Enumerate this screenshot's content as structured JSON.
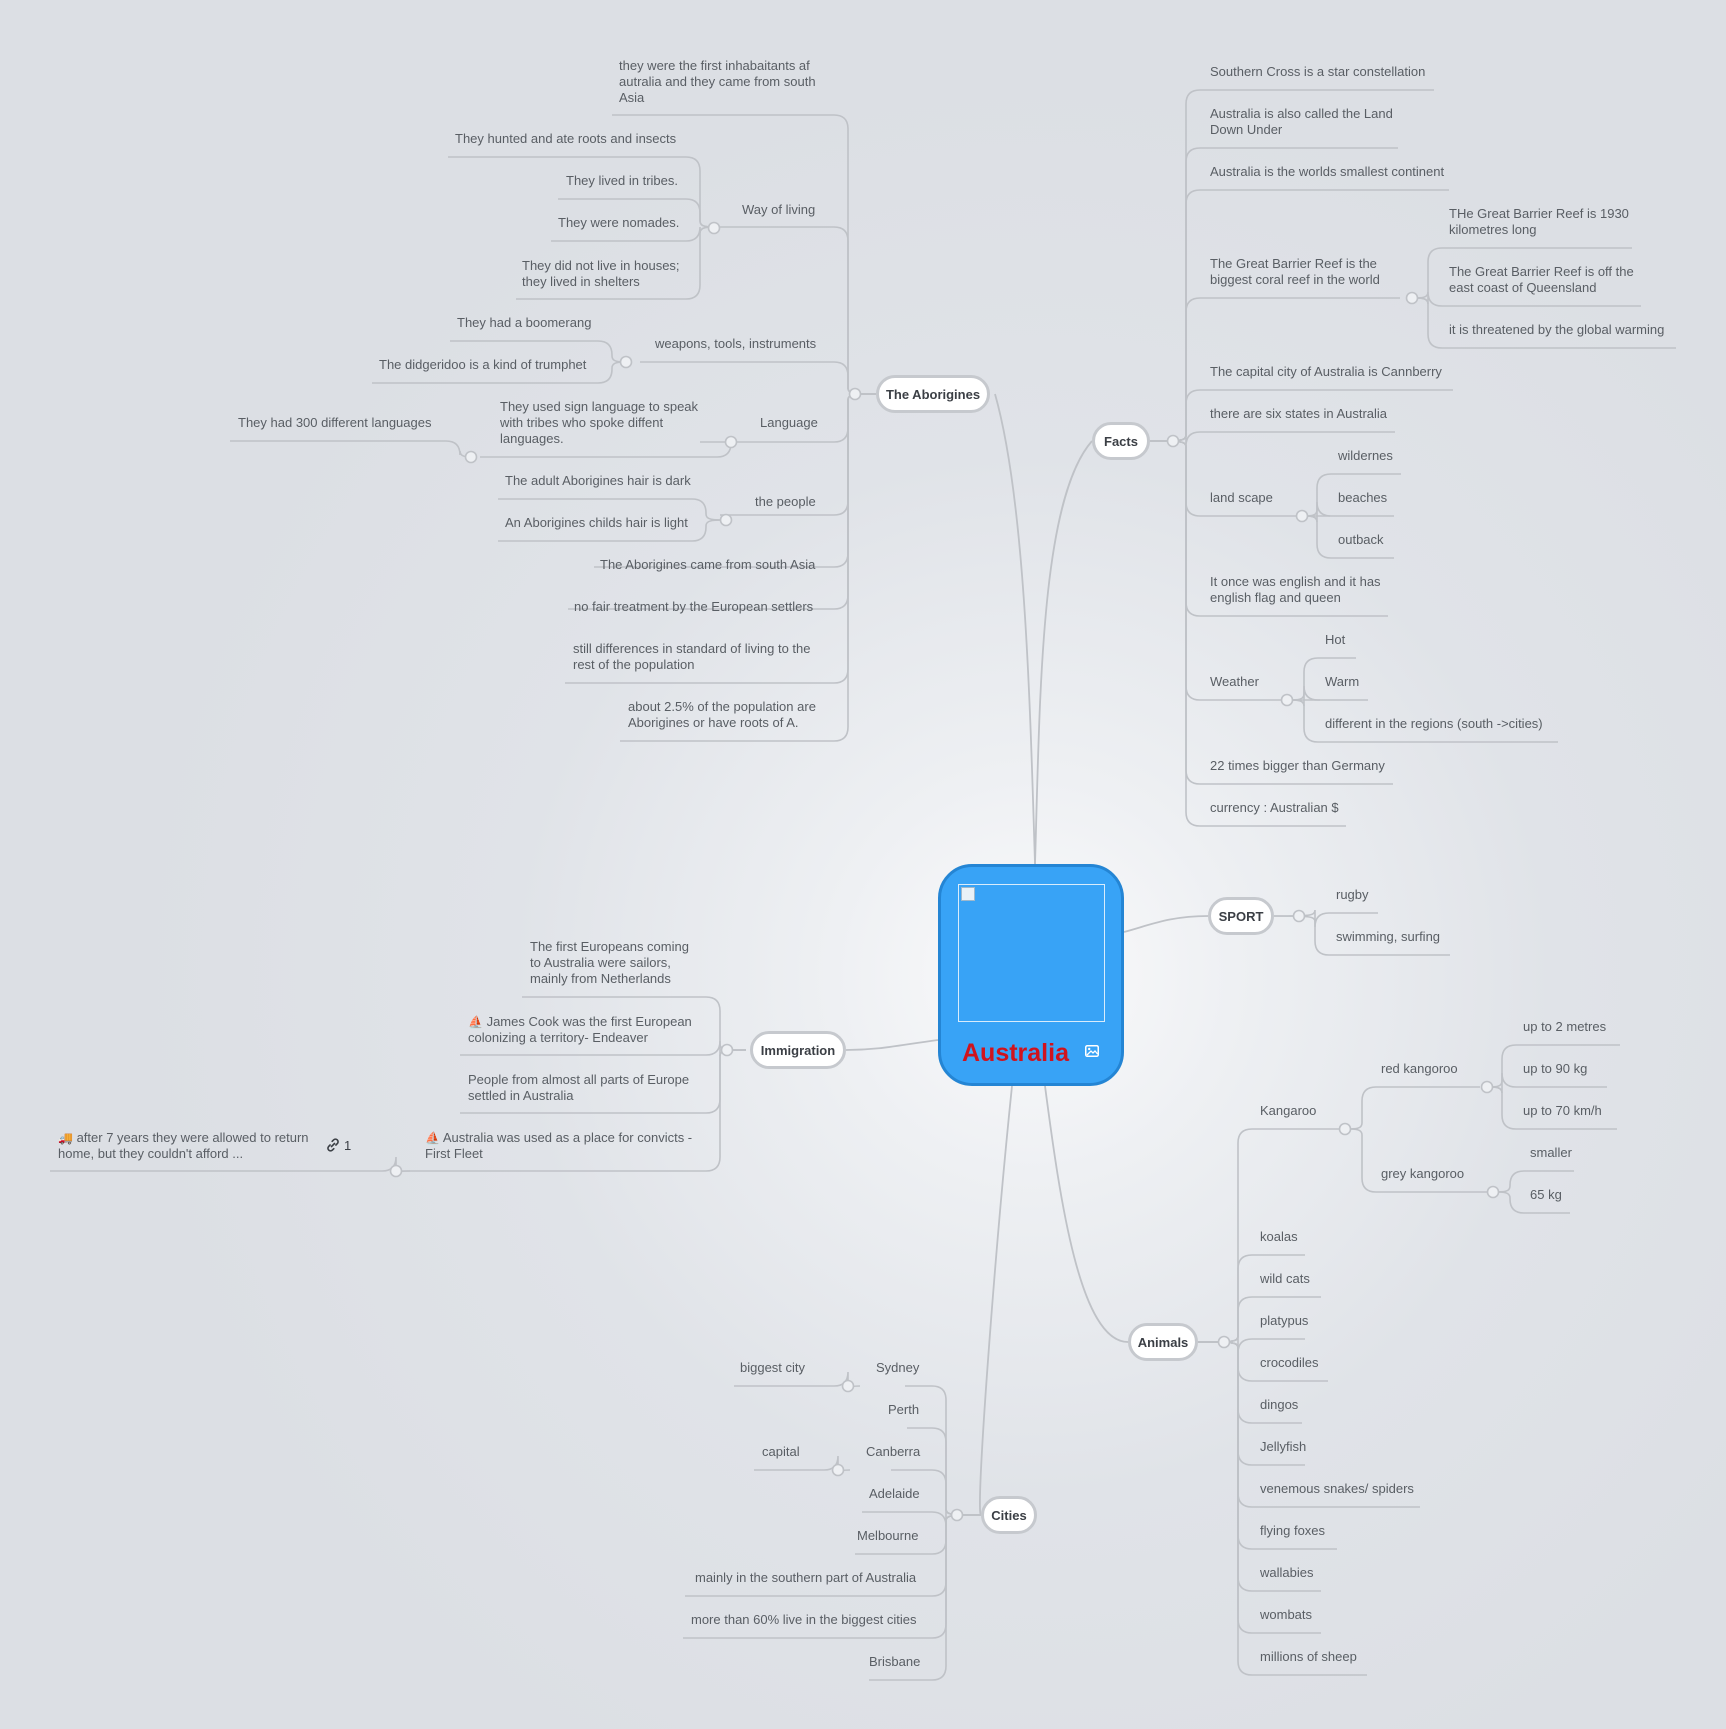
{
  "root": {
    "title": "Australia"
  },
  "branches": {
    "aborigines": {
      "label": "The Aborigines",
      "first_inhabitants": "they were the first inhabaitants af\nautralia and they came from south\nAsia",
      "way_of_living": {
        "label": "Way of living",
        "items": [
          "They hunted and ate roots and insects",
          "They lived in tribes.",
          "They were nomades.",
          "They did not live in houses;\nthey lived in shelters"
        ]
      },
      "weapons": {
        "label": "weapons, tools, instruments",
        "items": [
          "They had a boomerang",
          "The didgeridoo is a kind of trumphet"
        ]
      },
      "language": {
        "label": "Language",
        "sign": "They used sign language to speak\nwith tribes who spoke diffent\nlanguages.",
        "count": "They had 300 different languages"
      },
      "people": {
        "label": "the people",
        "items": [
          "The adult Aborigines hair is dark",
          "An Aborigines childs hair is light"
        ]
      },
      "came_from": "The Aborigines came from south Asia",
      "treatment": "no fair treatment by the European settlers",
      "differences": "still differences in standard of living to the\nrest of the population",
      "population": "about 2.5% of the population are\nAborigines or have roots of A."
    },
    "facts": {
      "label": "Facts",
      "southern_cross": "Southern Cross is a star constellation",
      "land_down_under": "Australia is also called the Land\nDown Under",
      "smallest": "Australia is the worlds smallest continent",
      "reef": {
        "label": "The Great Barrier Reef is the\nbiggest coral reef in the world",
        "items": [
          "THe Great Barrier Reef is 1930\nkilometres long",
          "The Great Barrier Reef is off the\neast coast of Queensland",
          "it is threatened by the global warming"
        ]
      },
      "capital": "The capital city of Australia is Cannberry",
      "states": "there are six states in Australia",
      "landscape": {
        "label": "land scape",
        "items": [
          "wildernes",
          "beaches",
          "outback"
        ]
      },
      "english": "It once was english and it has\nenglish flag and queen",
      "weather": {
        "label": "Weather",
        "items": [
          "Hot",
          "Warm",
          "different in the regions (south ->cities)"
        ]
      },
      "germany": "22 times bigger than Germany",
      "currency": "currency : Australian $"
    },
    "sport": {
      "label": "SPORT",
      "items": [
        "rugby",
        "swimming, surfing"
      ]
    },
    "immigration": {
      "label": "Immigration",
      "first_europeans": "The first Europeans coming\nto Australia were sailors,\nmainly from Netherlands",
      "cook": "James Cook was the first European\ncolonizing a territory- Endeaver",
      "settled": "People from almost all parts of Europe\nsettled in Australia",
      "convicts": "Australia was used as a place for convicts -\nFirst Fleet",
      "return": "after 7 years they were allowed to return\nhome, but they couldn't afford ...",
      "link_count": "1",
      "ship_icon": "sailboat-emoji",
      "truck_icon": "truck-emoji"
    },
    "animals": {
      "label": "Animals",
      "kangaroo": {
        "label": "Kangaroo",
        "red": {
          "label": "red kangoroo",
          "items": [
            "up to 2 metres",
            "up to 90 kg",
            "up to 70 km/h"
          ]
        },
        "grey": {
          "label": "grey kangoroo",
          "items": [
            "smaller",
            "65 kg"
          ]
        }
      },
      "items": [
        "koalas",
        "wild cats",
        "platypus",
        "crocodiles",
        "dingos",
        "Jellyfish",
        "venemous snakes/ spiders",
        "flying foxes",
        "wallabies",
        "wombats",
        "millions of sheep"
      ]
    },
    "cities": {
      "label": "Cities",
      "sydney": {
        "label": "Sydney",
        "note": "biggest city"
      },
      "perth": "Perth",
      "canberra": {
        "label": "Canberra",
        "note": "capital"
      },
      "adelaide": "Adelaide",
      "melbourne": "Melbourne",
      "south": "mainly in the southern part of Australia",
      "sixty": "more than 60% live in the biggest cities",
      "brisbane": "Brisbane"
    }
  },
  "colors": {
    "line": "#bfc2c7",
    "root_fill": "#38a3f6",
    "root_border": "#2485d4",
    "root_title": "#d0131d",
    "background": "#dee1e6"
  }
}
